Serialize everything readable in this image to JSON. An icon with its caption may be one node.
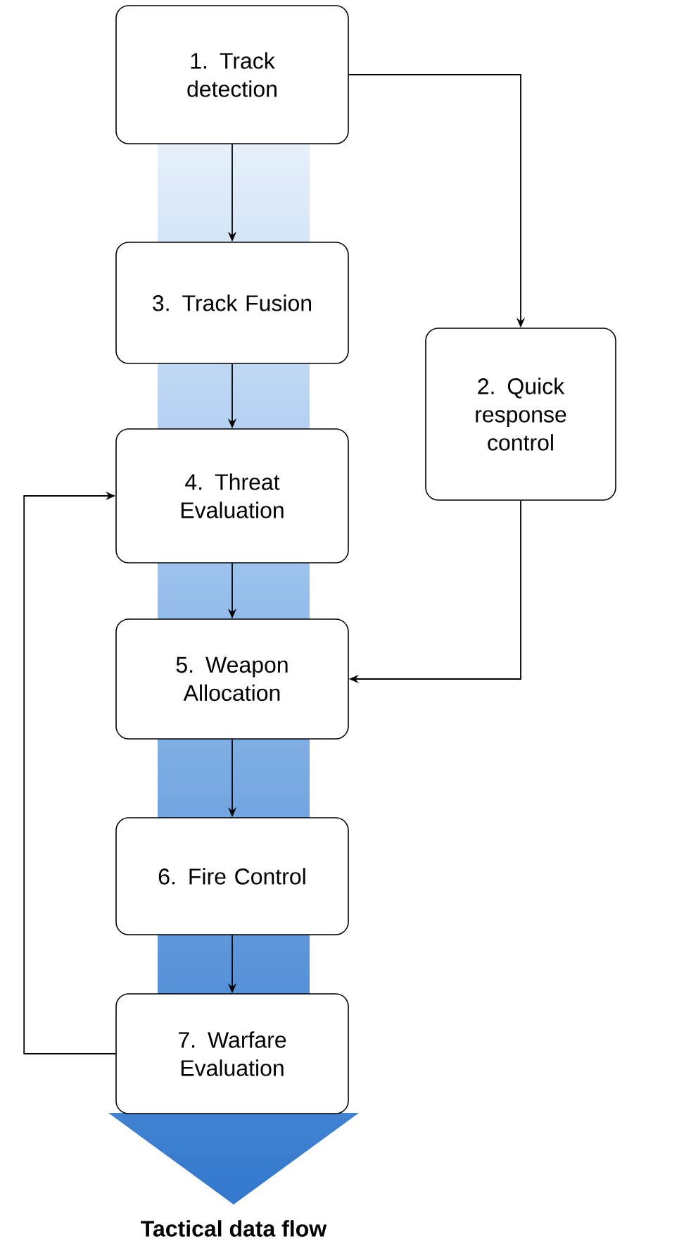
{
  "diagram": {
    "nodes": [
      {
        "text": [
          "1. Track detection"
        ]
      },
      {
        "text": [
          "3. Track Fusion"
        ]
      },
      {
        "text": [
          "2. Quick response control"
        ]
      },
      {
        "text": [
          "4. Threat Evaluation"
        ]
      },
      {
        "text": [
          "5. Weapon Allocation"
        ]
      },
      {
        "text": [
          "6. Fire Control"
        ]
      },
      {
        "text": [
          "7. Warfare Evaluation"
        ]
      }
    ],
    "edges": [
      {
        "from": 0,
        "to": 1,
        "arrow": "to"
      },
      {
        "from": 0,
        "to": 2,
        "arrow": "to"
      },
      {
        "from": 1,
        "to": 3,
        "arrow": "to"
      },
      {
        "from": 3,
        "to": 4,
        "arrow": "to"
      },
      {
        "from": 2,
        "to": 4,
        "arrow": "to"
      },
      {
        "from": 4,
        "to": 5,
        "arrow": "to"
      },
      {
        "from": 5,
        "to": 6,
        "arrow": "to"
      },
      {
        "from": 6,
        "to": 3,
        "arrow": "to"
      }
    ],
    "labels": [
      "Tactical data flow"
    ]
  }
}
